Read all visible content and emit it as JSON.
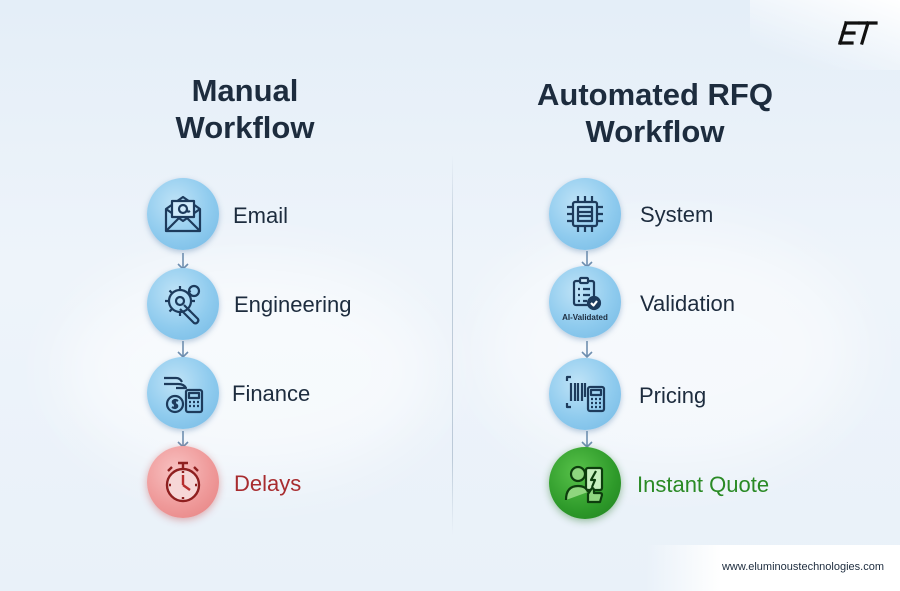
{
  "brand": {
    "logo_text": "ET",
    "website": "www.eluminoustechnologies.com"
  },
  "manual": {
    "title": "Manual\nWorkflow",
    "steps": [
      {
        "label": "Email",
        "icon": "envelope-icon",
        "tone": "blue"
      },
      {
        "label": "Engineering",
        "icon": "gear-wrench-icon",
        "tone": "blue"
      },
      {
        "label": "Finance",
        "icon": "hand-coin-calculator-icon",
        "tone": "blue"
      },
      {
        "label": "Delays",
        "icon": "stopwatch-icon",
        "tone": "red"
      }
    ]
  },
  "automated": {
    "title": "Automated RFQ\nWorkflow",
    "steps": [
      {
        "label": "System",
        "icon": "chip-icon",
        "tone": "blue"
      },
      {
        "label": "Validation",
        "icon": "clipboard-check-icon",
        "tone": "blue",
        "badge": "AI-Validated"
      },
      {
        "label": "Pricing",
        "icon": "barcode-calculator-icon",
        "tone": "blue"
      },
      {
        "label": "Instant Quote",
        "icon": "person-thumbs-up-icon",
        "tone": "green"
      }
    ]
  },
  "colors": {
    "heading": "#1d2c3e",
    "circle_blue": "#8fcbee",
    "delay_red": "#a82c2f",
    "quote_green": "#2a8a25"
  }
}
